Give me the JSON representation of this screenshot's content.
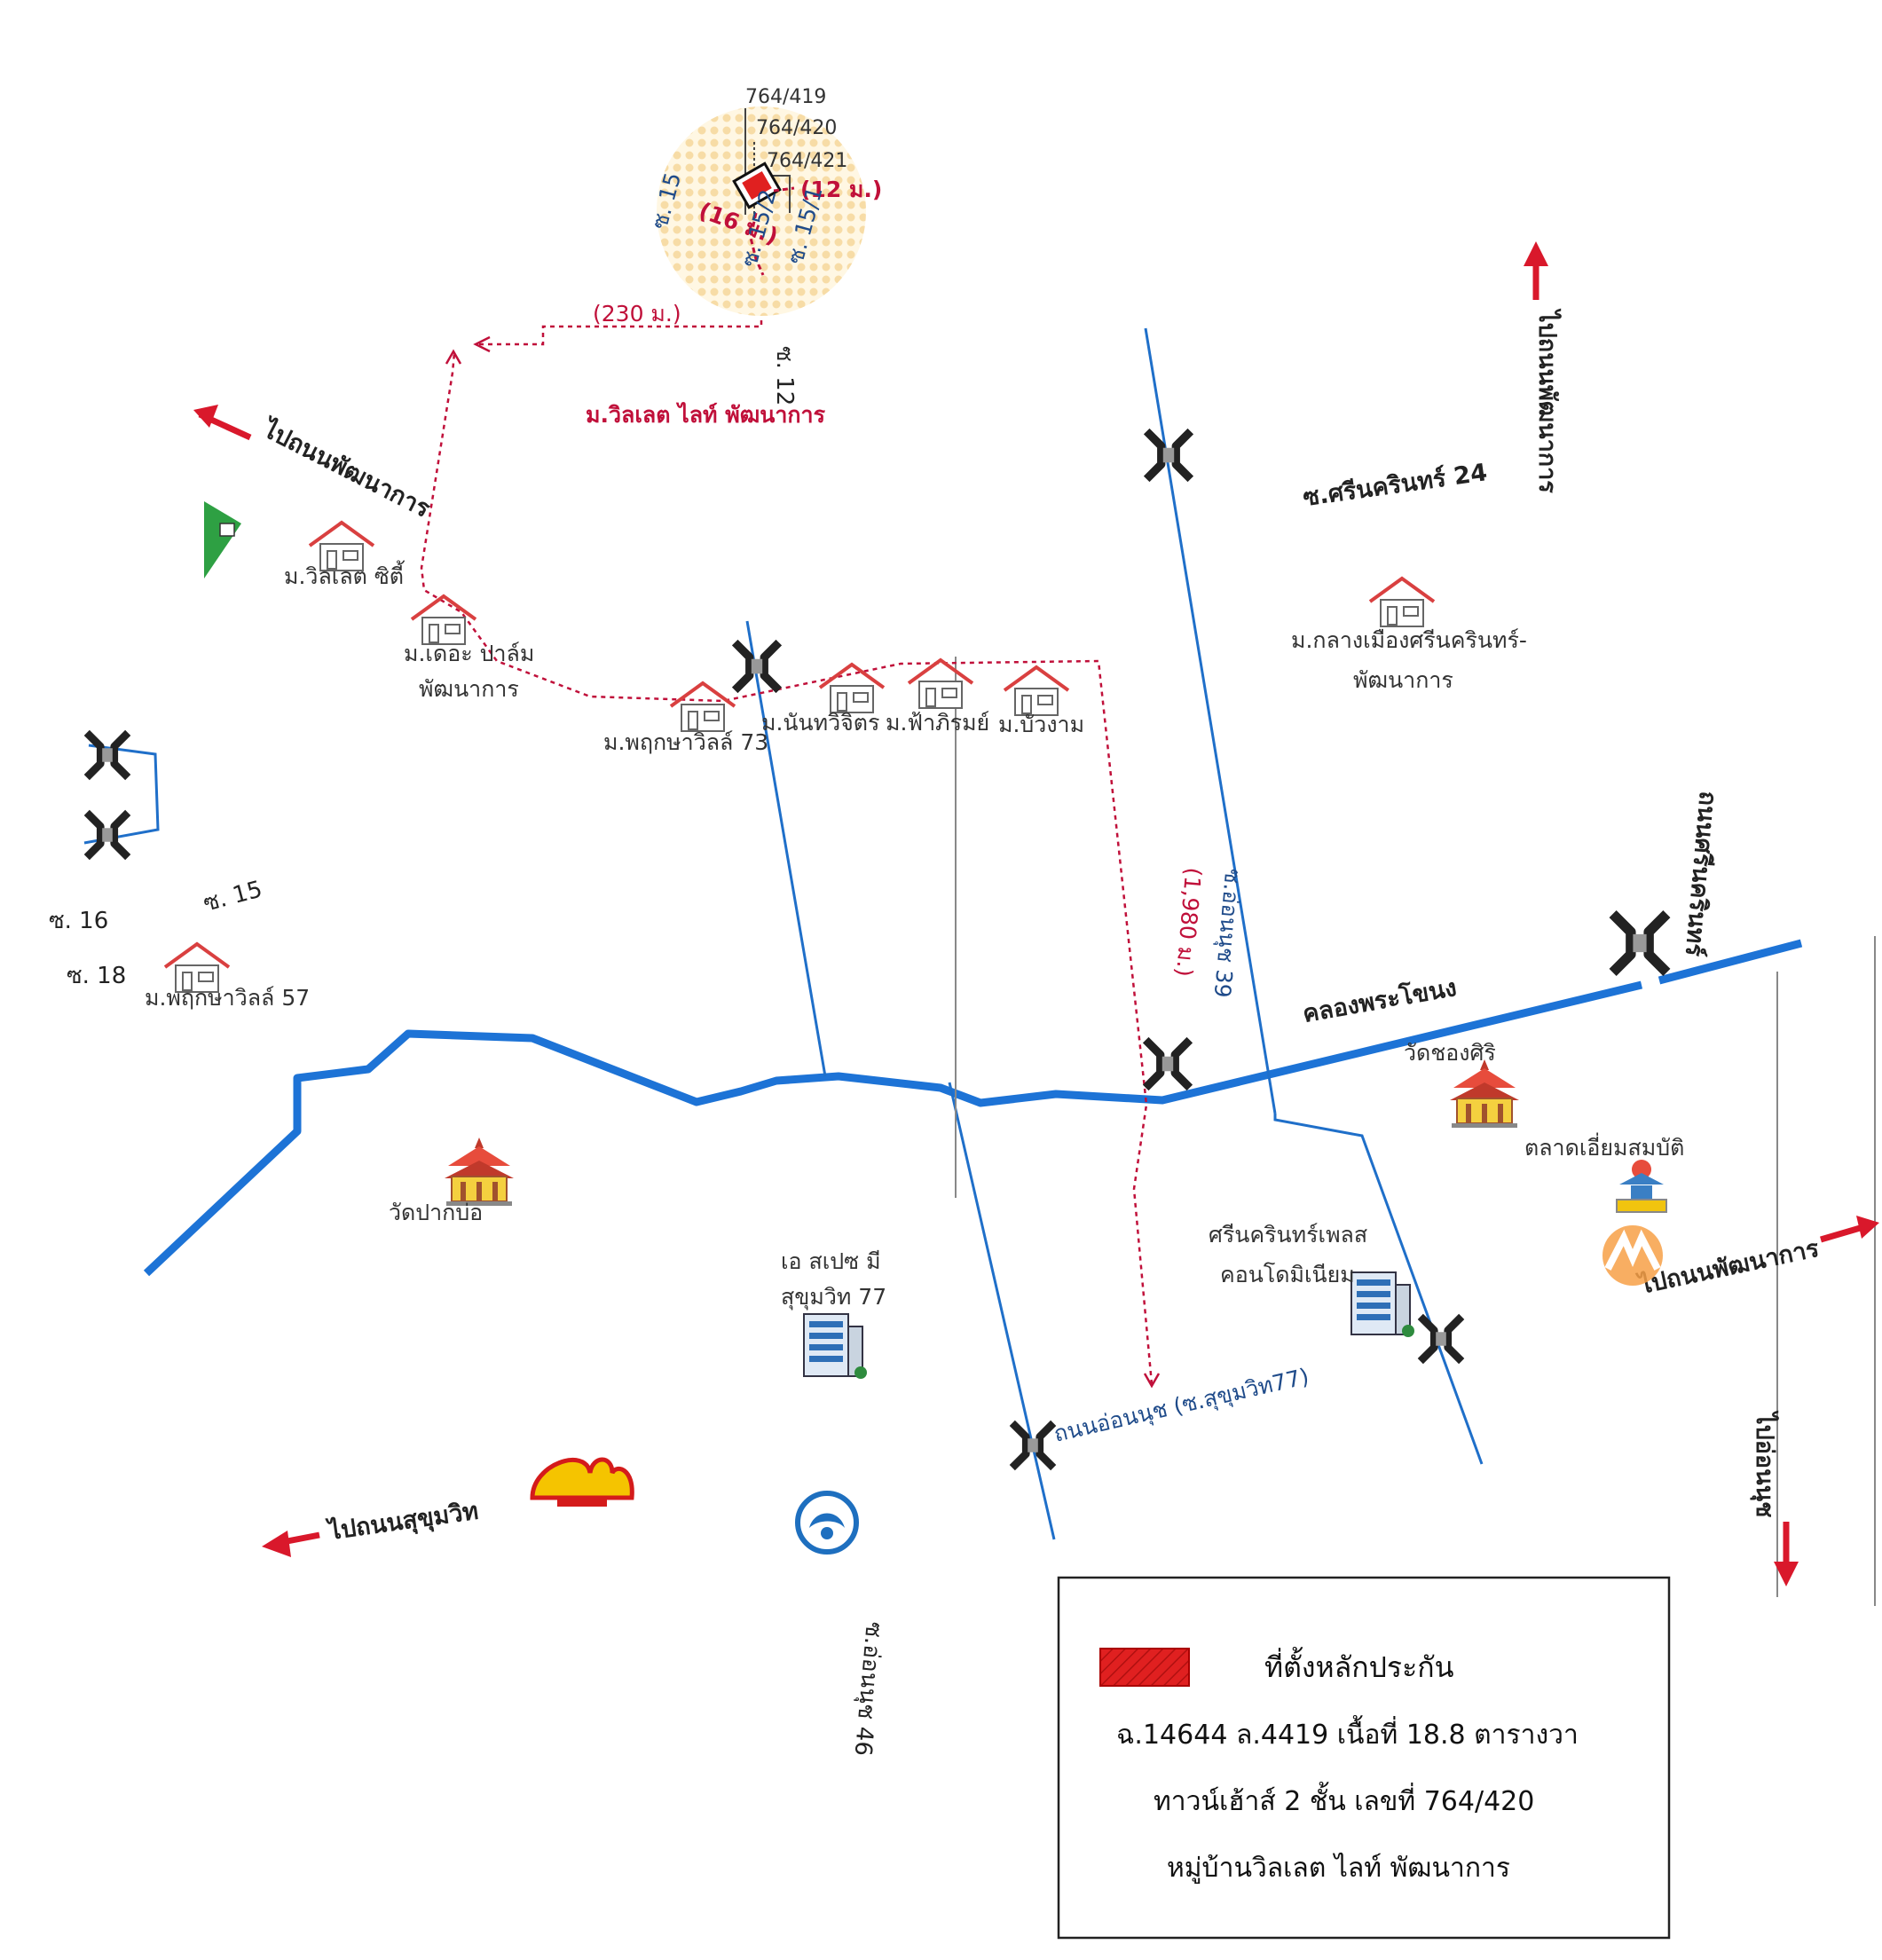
{
  "plots": {
    "p1": "764/419",
    "p2": "764/420",
    "p3": "764/421"
  },
  "site": {
    "dist_right": "(12 ม.)",
    "dist_left": "(16 ม.)",
    "soi_15": "ซ. 15",
    "soi_15_2": "ซ. 15/2",
    "soi_15_1": "ซ. 15/1",
    "dist_230": "(230 ม.)",
    "soi_12": "ซ. 12",
    "village_name": "ม.วิลเลต ไลท์ พัฒนาการ"
  },
  "directions": {
    "to_pattanakarn_nw": "ไปถนนพัฒนาการ",
    "to_pattanakarn_ne": "ไปถนนพัฒนาการ",
    "to_pattanakarn_e": "ไปถนนพัฒนาการ",
    "to_onnut": "ไปอ่อนนุช",
    "to_sukhumvit": "ไปถนนสุขุมวิท"
  },
  "roads": {
    "srinakarin_24": "ซ.ศรีนครินทร์ 24",
    "srinakarin_road": "ถนนศรีนครินทร์",
    "onnut_39": "ซ.อ่อนนุช 39",
    "dist_1980": "(1,980 ม.)",
    "onnut_road": "ถนนอ่อนนุช (ซ.สุขุมวิท77)",
    "onnut_46": "ซ.อ่อนนุช 46",
    "soi_16": "ซ. 16",
    "soi_15w": "ซ. 15",
    "soi_18": "ซ. 18",
    "canal": "คลองพระโขนง"
  },
  "places": {
    "villet_city": "ม.วิลเลต ซิตี้",
    "the_palm_1": "ม.เดอะ ปาล์ม",
    "the_palm_2": "พัฒนาการ",
    "pruksa73": "ม.พฤกษาวิลล์ 73",
    "nanthawichit": "ม.นันทวิจิตร",
    "faphirom": "ม.ฟ้าภิรมย์",
    "buangam": "ม.บัวงาม",
    "klangmuang_1": "ม.กลางเมืองศรีนครินทร์-",
    "klangmuang_2": "พัฒนาการ",
    "pruksa57": "ม.พฤกษาวิลล์ 57",
    "wat_pakbo": "วัดปากบ่อ",
    "wat_chongsiri": "วัดชองศิริ",
    "talad": "ตลาดเอี่ยมสมบัติ",
    "aspace_1": "เอ สเปซ มี",
    "aspace_2": "สุขุมวิท 77",
    "srinakarin_place_1": "ศรีนครินทร์เพลส",
    "srinakarin_place_2": "คอนโดมิเนียม"
  },
  "legend": {
    "title": "ที่ตั้งหลักประกัน",
    "line1": "ฉ.14644   ล.4419   เนื้อที่ 18.8 ตารางวา",
    "line2": "ทาวน์เฮ้าส์ 2 ชั้น    เลขที่ 764/420",
    "line3": "หมู่บ้านวิลเลต ไลท์ พัฒนาการ"
  },
  "colors": {
    "canal": "#1d73d6",
    "road": "#1f6fc9",
    "route": "#c0103a",
    "arrow": "#d9182b",
    "site": "#e02020"
  },
  "icons": {
    "bridge": "bridge-icon",
    "house": "house-icon",
    "temple": "temple-icon",
    "condo": "condo-icon",
    "shell": "shell-station-icon",
    "bank": "bank-icon",
    "park": "park-icon",
    "market": "market-icon"
  }
}
